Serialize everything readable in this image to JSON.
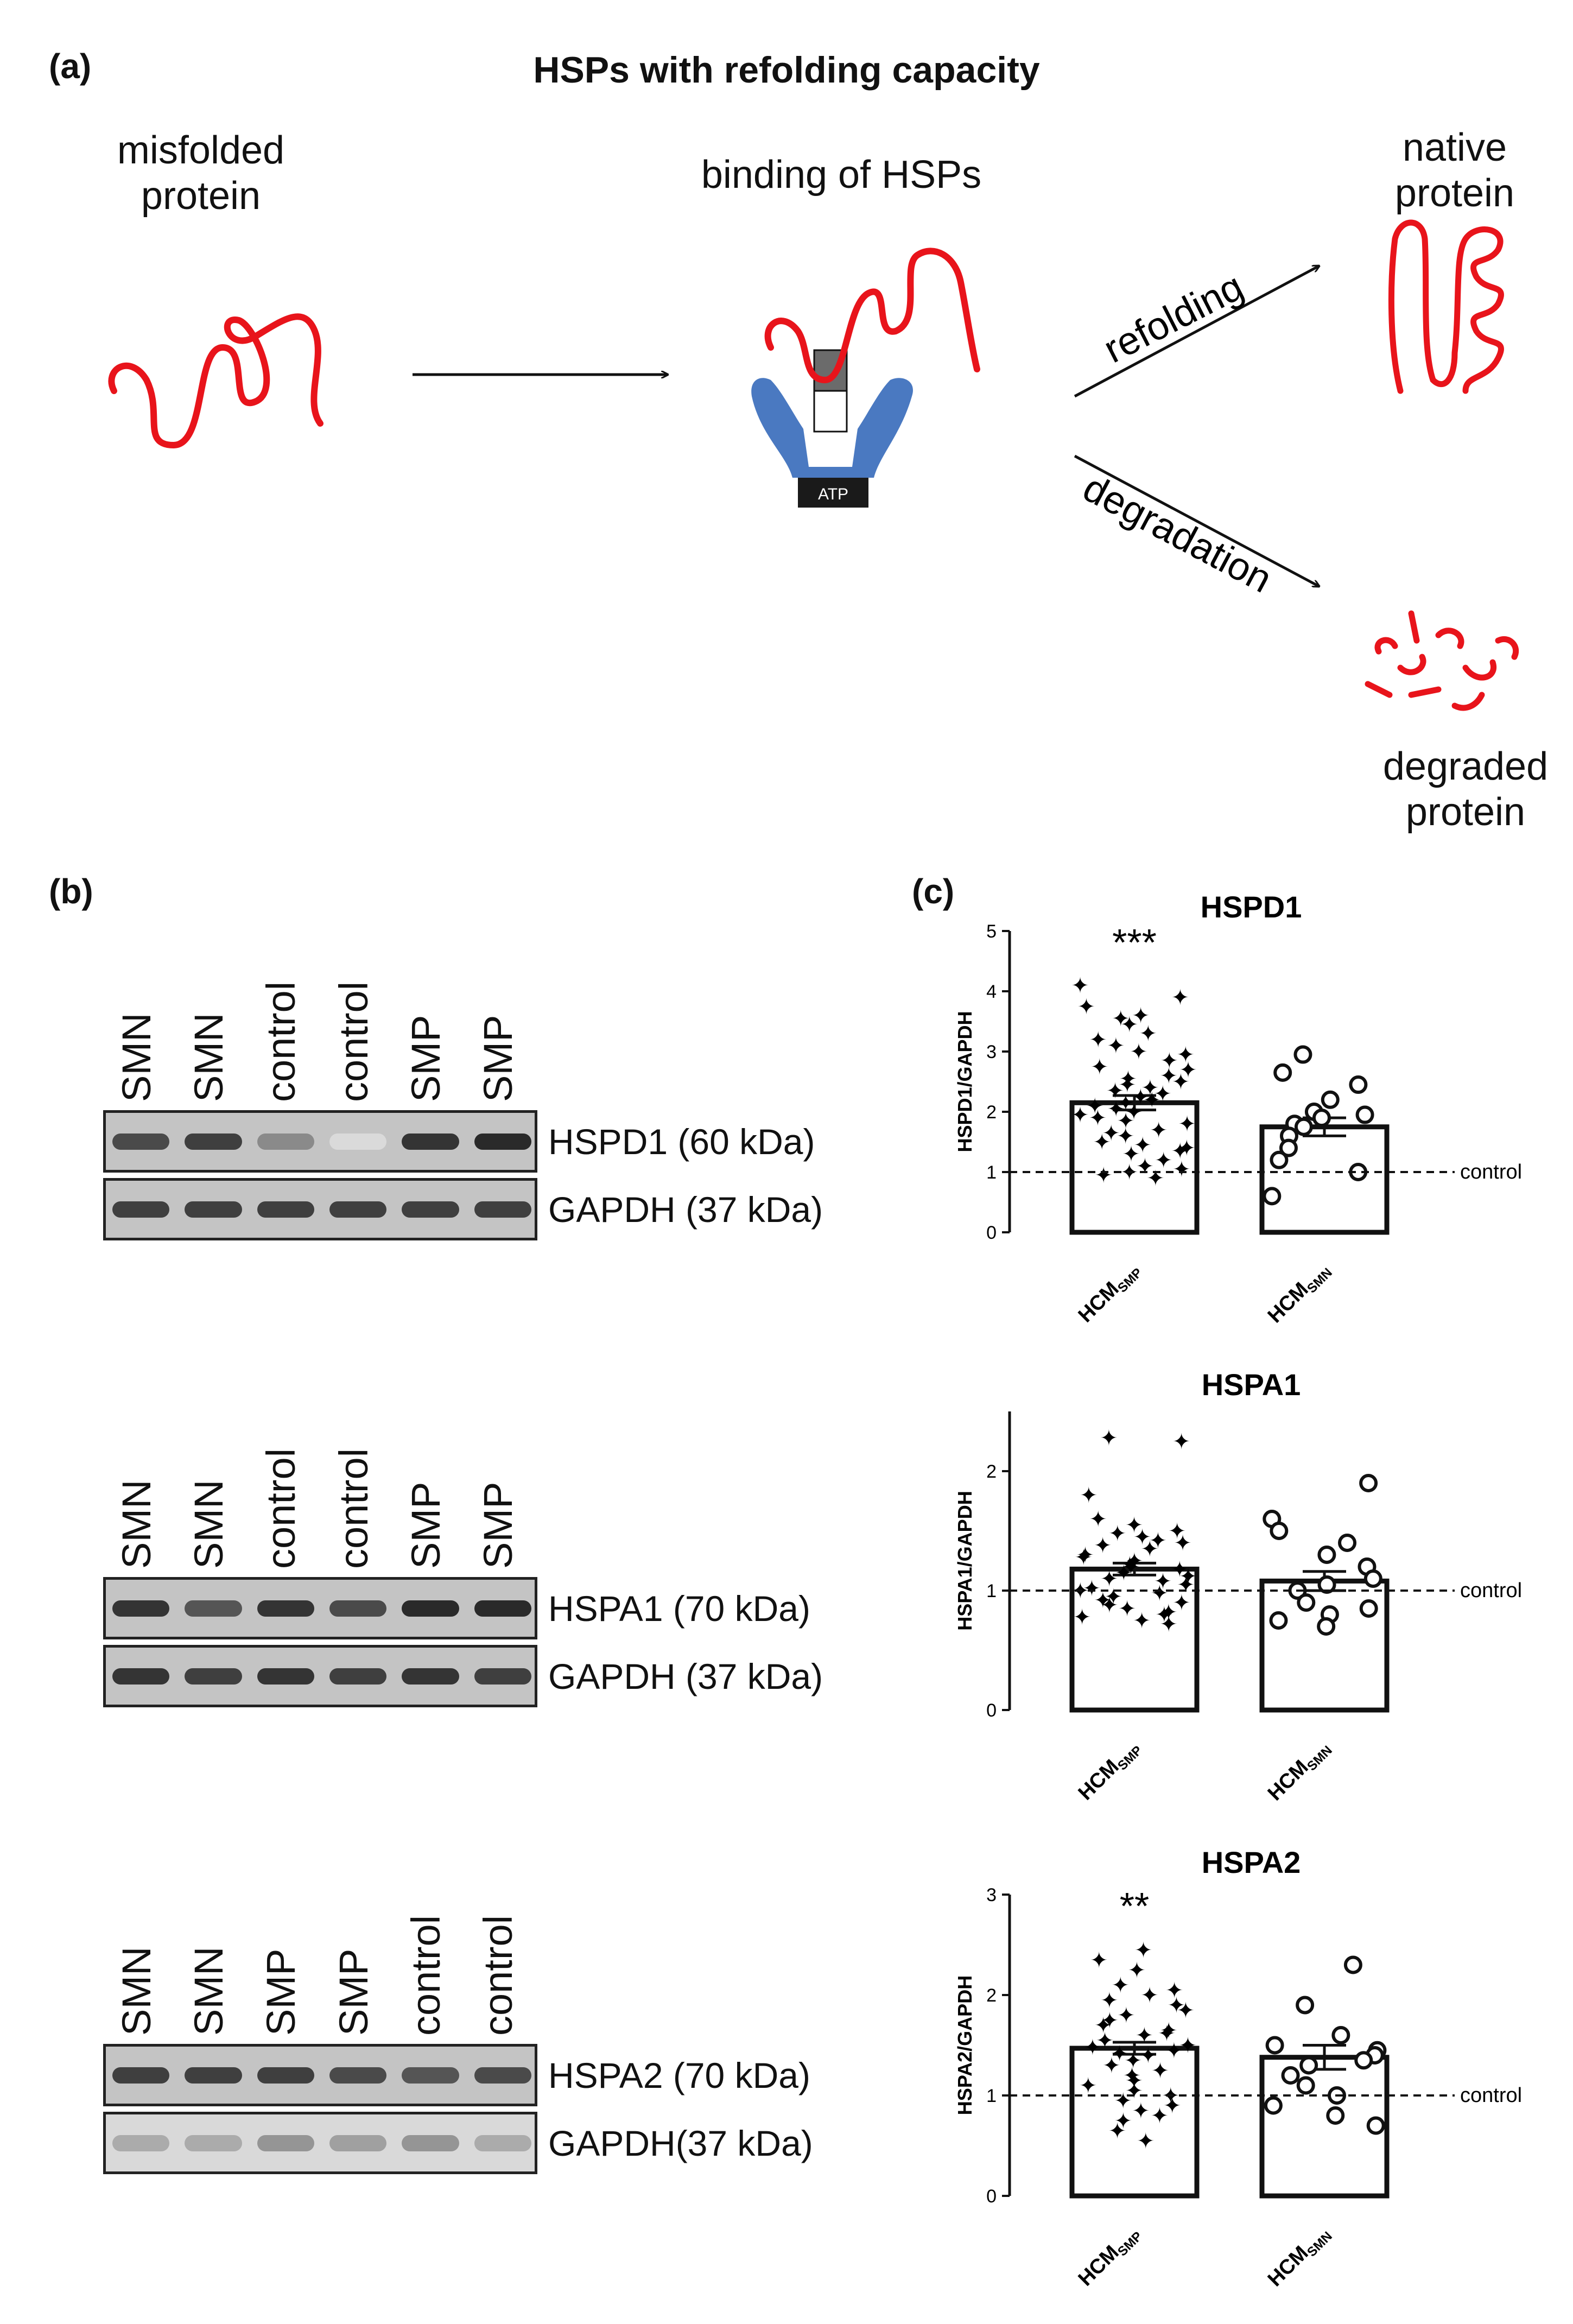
{
  "panel_a": {
    "label": "(a)",
    "title": "HSPs with refolding capacity",
    "misfolded": [
      "misfolded",
      "protein"
    ],
    "binding": "binding of HSPs",
    "atp": "ATP",
    "refolding": "refolding",
    "degradation": "degradation",
    "native": [
      "native",
      "protein"
    ],
    "degraded": [
      "degraded",
      "protein"
    ]
  },
  "panel_b": {
    "label": "(b)",
    "blots": [
      {
        "lanes": [
          "SMN",
          "SMN",
          "control",
          "control",
          "SMP",
          "SMP"
        ],
        "target_label": "HSPD1 (60 kDa)",
        "loading_label": "GAPDH (37 kDa)",
        "target_intensity": [
          0.75,
          0.8,
          0.45,
          0.08,
          0.85,
          0.9
        ],
        "loading_intensity": [
          0.8,
          0.8,
          0.8,
          0.8,
          0.8,
          0.8
        ],
        "loading_faint": false
      },
      {
        "lanes": [
          "SMN",
          "SMN",
          "control",
          "control",
          "SMP",
          "SMP"
        ],
        "target_label": "HSPA1 (70 kDa)",
        "loading_label": "GAPDH (37 kDa)",
        "target_intensity": [
          0.85,
          0.7,
          0.85,
          0.75,
          0.9,
          0.9
        ],
        "loading_intensity": [
          0.85,
          0.8,
          0.85,
          0.8,
          0.85,
          0.8
        ],
        "loading_faint": false
      },
      {
        "lanes": [
          "SMN",
          "SMN",
          "SMP",
          "SMP",
          "control",
          "control"
        ],
        "target_label": "HSPA2 (70 kDa)",
        "loading_label": "GAPDH(37 kDa)",
        "target_intensity": [
          0.8,
          0.8,
          0.8,
          0.75,
          0.7,
          0.75
        ],
        "loading_intensity": [
          0.3,
          0.3,
          0.4,
          0.35,
          0.4,
          0.3
        ],
        "loading_faint": true
      }
    ]
  },
  "panel_c": {
    "label": "(c)",
    "control_label": "control"
  },
  "chart_data": [
    {
      "type": "bar",
      "title": "HSPD1",
      "ylabel": "HSPD1/GAPDH",
      "categories": [
        "HCM",
        "HCM"
      ],
      "category_subscripts": [
        "SMP",
        "SMN"
      ],
      "values": [
        2.15,
        1.75
      ],
      "errors": [
        0.12,
        0.15
      ],
      "ylim": [
        0,
        5
      ],
      "yticks": [
        0,
        1,
        2,
        3,
        4,
        5
      ],
      "reference_line": 1,
      "significance": [
        "***",
        ""
      ],
      "points": [
        [
          4.1,
          3.9,
          3.75,
          3.6,
          3.55,
          3.45,
          3.3,
          3.2,
          3.1,
          3.0,
          2.95,
          2.85,
          2.75,
          2.7,
          2.6,
          2.55,
          2.5,
          2.45,
          2.4,
          2.35,
          2.3,
          2.25,
          2.2,
          2.15,
          2.1,
          2.05,
          2.0,
          1.95,
          1.9,
          1.85,
          1.8,
          1.7,
          1.65,
          1.6,
          1.5,
          1.45,
          1.4,
          1.35,
          1.3,
          1.2,
          1.1,
          1.05,
          1.0,
          0.95,
          0.9
        ],
        [
          2.95,
          2.65,
          2.45,
          2.2,
          2.0,
          1.95,
          1.9,
          1.8,
          1.75,
          1.6,
          1.4,
          1.2,
          1.0,
          0.6
        ]
      ]
    },
    {
      "type": "bar",
      "title": "HSPA1",
      "ylabel": "HSPA1/GAPDH",
      "categories": [
        "HCM",
        "HCM"
      ],
      "category_subscripts": [
        "SMP",
        "SMN"
      ],
      "values": [
        1.18,
        1.08
      ],
      "errors": [
        0.05,
        0.08
      ],
      "ylim": [
        0,
        2.5
      ],
      "yticks": [
        0,
        1,
        2
      ],
      "reference_line": 1,
      "significance": [
        "",
        ""
      ],
      "points": [
        [
          2.28,
          2.25,
          1.8,
          1.6,
          1.55,
          1.5,
          1.48,
          1.45,
          1.42,
          1.4,
          1.38,
          1.35,
          1.3,
          1.28,
          1.25,
          1.22,
          1.2,
          1.18,
          1.15,
          1.12,
          1.1,
          1.08,
          1.05,
          1.02,
          1.0,
          0.98,
          0.95,
          0.92,
          0.9,
          0.88,
          0.85,
          0.82,
          0.8,
          0.78,
          0.75,
          0.72
        ],
        [
          1.9,
          1.6,
          1.5,
          1.4,
          1.3,
          1.2,
          1.1,
          1.05,
          1.0,
          0.9,
          0.85,
          0.8,
          0.75,
          0.7
        ]
      ]
    },
    {
      "type": "bar",
      "title": "HSPA2",
      "ylabel": "HSPA2/GAPDH",
      "categories": [
        "HCM",
        "HCM"
      ],
      "category_subscripts": [
        "SMP",
        "SMN"
      ],
      "values": [
        1.47,
        1.38
      ],
      "errors": [
        0.06,
        0.12
      ],
      "ylim": [
        0,
        3
      ],
      "yticks": [
        0,
        1,
        2,
        3
      ],
      "reference_line": 1,
      "significance": [
        "**",
        ""
      ],
      "points": [
        [
          2.45,
          2.35,
          2.25,
          2.1,
          2.05,
          2.0,
          1.95,
          1.9,
          1.85,
          1.8,
          1.75,
          1.7,
          1.65,
          1.62,
          1.6,
          1.55,
          1.5,
          1.48,
          1.45,
          1.42,
          1.4,
          1.35,
          1.3,
          1.25,
          1.2,
          1.15,
          1.1,
          1.05,
          1.0,
          0.95,
          0.9,
          0.85,
          0.8,
          0.75,
          0.65,
          0.55
        ],
        [
          2.3,
          1.9,
          1.6,
          1.5,
          1.45,
          1.4,
          1.35,
          1.3,
          1.2,
          1.1,
          1.0,
          0.9,
          0.8,
          0.7
        ]
      ]
    }
  ]
}
